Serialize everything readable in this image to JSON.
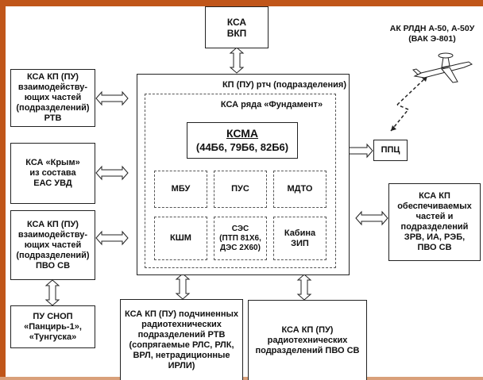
{
  "nodes": {
    "ksa_vkp": "КСА\nВКП",
    "kp_main_title": "КП (ПУ) ртч (подразделения)",
    "fundament_title": "КСА ряда «Фундамент»",
    "ksma_title": "КСМА",
    "ksma_models": "(44Б6, 79Б6, 82Б6)",
    "mbu": "МБУ",
    "pus": "ПУС",
    "mdto": "МДТО",
    "kshm": "КШМ",
    "ses": "СЭС\n(ПТП 81Х6,\nДЭС 2Х60)",
    "kabina_zip": "Кабина\nЗИП",
    "left_rtv": "КСА КП (ПУ)\nвзаимодейству-\nющих частей\n(подразделений)\nРТВ",
    "left_krym": "КСА «Крым»\nиз состава\nЕАС УВД",
    "left_pvo": "КСА КП (ПУ)\nвзаимодейству-\nющих частей\n(подразделений)\nПВО СВ",
    "snop": "ПУ СНОП\n«Панцирь-1»,\n«Тунгуска»",
    "bottom_rtv": "КСА КП (ПУ) подчиненных\nрадиотехнических\nподразделений РТВ\n(сопрягаемые РЛС, РЛК,\nВРЛ, нетрадиционные\nИРЛИ)",
    "bottom_pvo": "КСА КП (ПУ)\nрадиотехнических\nподразделений ПВО СВ",
    "ppc": "ППЦ",
    "right_ksa": "КСА КП\nобеспечиваемых\nчастей и\nподразделений\nЗРВ, ИА, РЭБ,\nПВО СВ",
    "aircraft_label": "АК РЛДН А-50, А-50У\n(ВАК Э-801)"
  },
  "colors": {
    "frame": "#c0561a",
    "line": "#222222"
  },
  "icons": {
    "aircraft": "aircraft-icon",
    "radio_link": "radio-link-icon"
  }
}
